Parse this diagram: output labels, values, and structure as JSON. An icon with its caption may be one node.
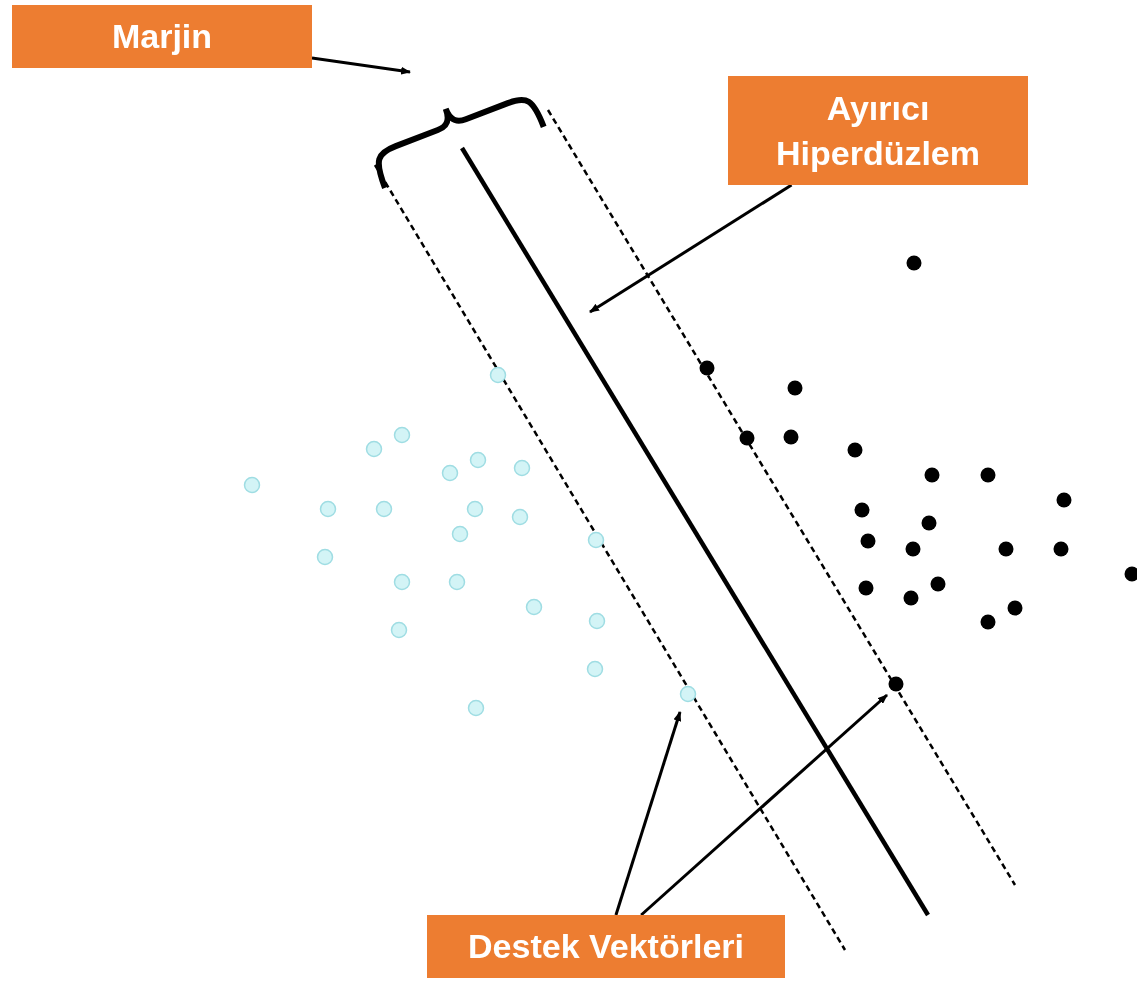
{
  "diagram": {
    "nodes": [
      {
        "text": [
          "Marjin"
        ]
      },
      {
        "text": [],
        "shape": "brace"
      },
      {
        "text": [
          "Ayırıcı Hiperdüzlem"
        ]
      },
      {
        "text": [
          "Destek Vektörleri"
        ]
      }
    ],
    "edges": [
      {
        "from": 0,
        "to": 1,
        "arrow": "to"
      },
      {
        "from": 2,
        "to": null,
        "arrow": "to"
      },
      {
        "from": 3,
        "to": null,
        "arrow": "to"
      },
      {
        "from": 3,
        "to": null,
        "arrow": "to"
      }
    ]
  }
}
